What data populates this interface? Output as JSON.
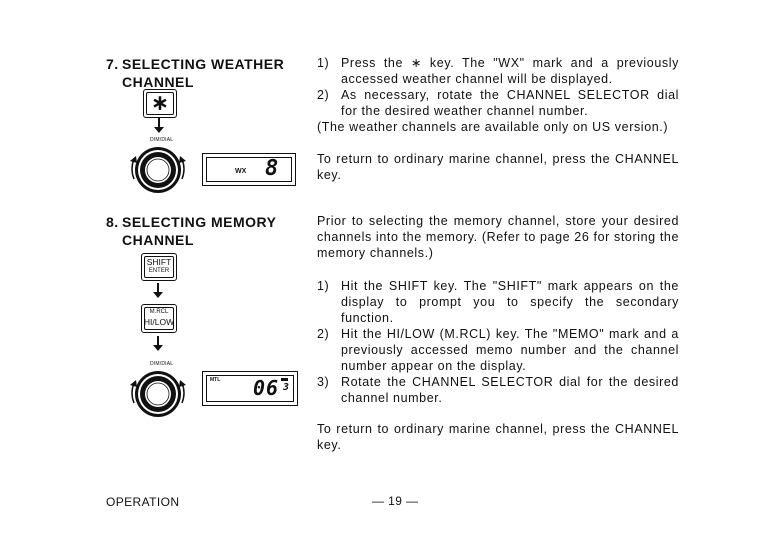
{
  "section7": {
    "number": "7.",
    "title_line1": "SELECTING WEATHER",
    "title_line2": "CHANNEL",
    "key_label": "∗",
    "dial_label": "DIM/DIAL",
    "display_mark": "WX",
    "display_digit": "8",
    "steps": [
      {
        "n": "1)",
        "text": "Press the ∗ key. The \"WX\" mark and a previously accessed weather channel will be displayed."
      },
      {
        "n": "2)",
        "text": "As necessary, rotate the CHANNEL SELECTOR dial for the desired weather channel number."
      }
    ],
    "note": "(The weather channels are available only on US version.)",
    "return_text": "To return to ordinary marine channel, press the CHANNEL key."
  },
  "section8": {
    "number": "8.",
    "title_line1": "SELECTING MEMORY",
    "title_line2": "CHANNEL",
    "key1_line1": "SHIFT",
    "key1_line2": "ENTER",
    "key2_line1": "M.RCL",
    "key2_line2": "HI/LOW",
    "dial_label": "DIM/DIAL",
    "display_mark": "MTL",
    "display_digits": "06",
    "display_small": "3",
    "intro": "Prior to selecting the memory channel, store your desired channels into the memory. (Refer to page 26 for storing the memory channels.)",
    "steps": [
      {
        "n": "1)",
        "text": "Hit the SHIFT key. The \"SHIFT\" mark appears on the display to prompt you to specify the secondary function."
      },
      {
        "n": "2)",
        "text": "Hit the HI/LOW (M.RCL) key. The \"MEMO\" mark and a previously accessed memo number and the channel number appear on the display."
      },
      {
        "n": "3)",
        "text": "Rotate the CHANNEL SELECTOR dial for the desired channel number."
      }
    ],
    "return_text": "To return to ordinary marine channel, press the CHANNEL key."
  },
  "footer": {
    "section_name": "OPERATION",
    "page_number": "— 19 —"
  }
}
